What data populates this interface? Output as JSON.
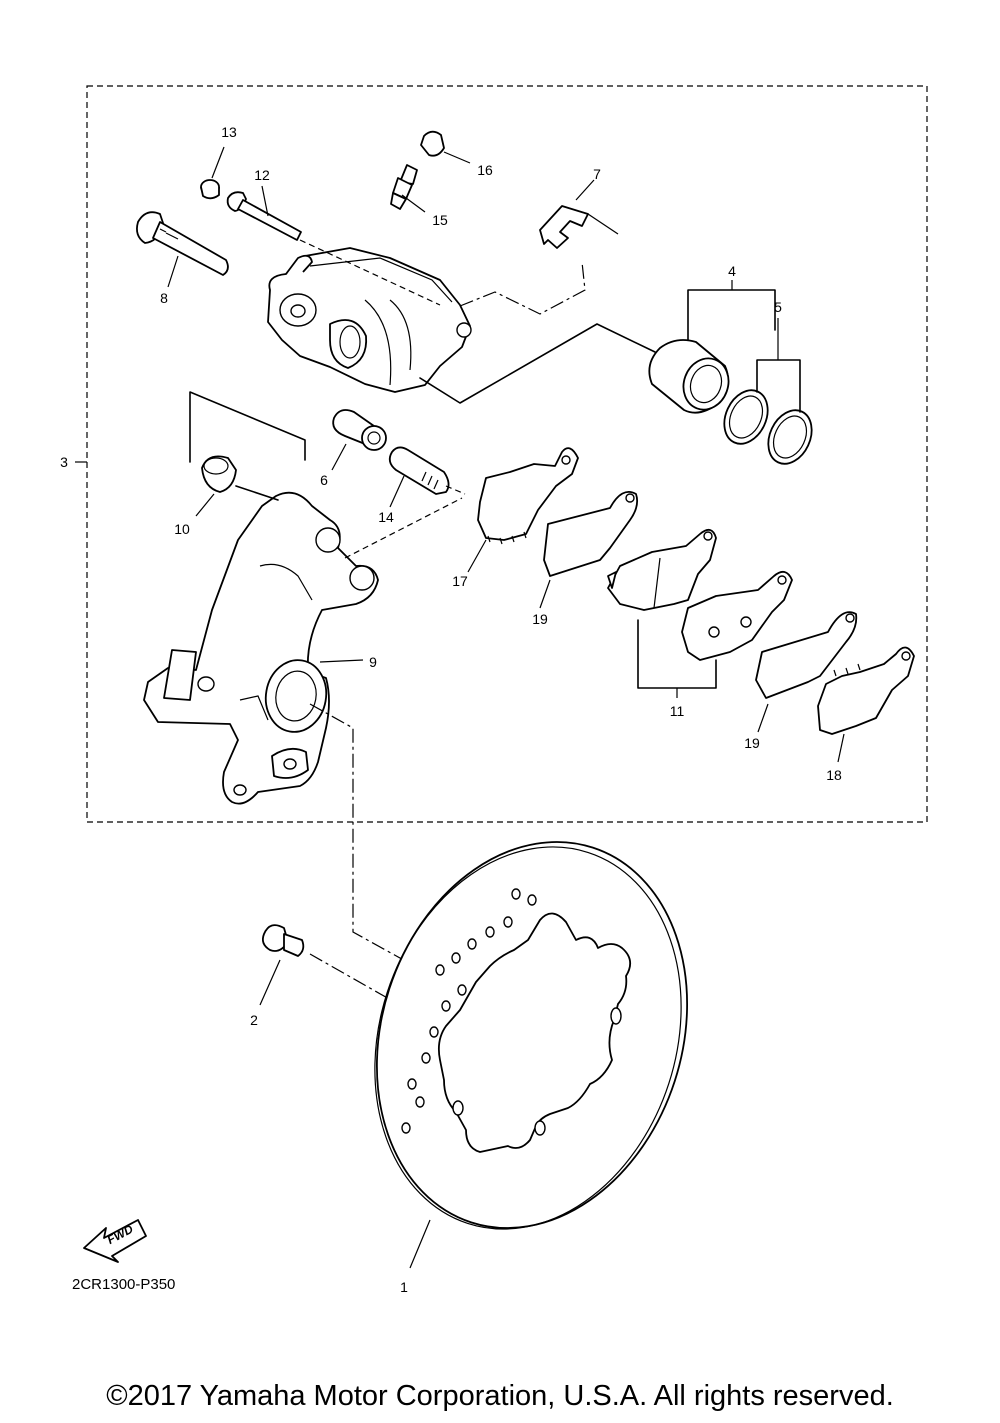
{
  "callouts": {
    "n1": "1",
    "n2": "2",
    "n3": "3",
    "n4": "4",
    "n5": "5",
    "n6": "6",
    "n7": "7",
    "n8": "8",
    "n9": "9",
    "n10": "10",
    "n11": "11",
    "n12": "12",
    "n13": "13",
    "n14": "14",
    "n15": "15",
    "n16": "16",
    "n17": "17",
    "n18": "18",
    "n19a": "19",
    "n19b": "19"
  },
  "fwd_label": "FWD",
  "drawing_code": "2CR1300-P350",
  "copyright": "©2017 Yamaha Motor Corporation, U.S.A. All rights reserved."
}
